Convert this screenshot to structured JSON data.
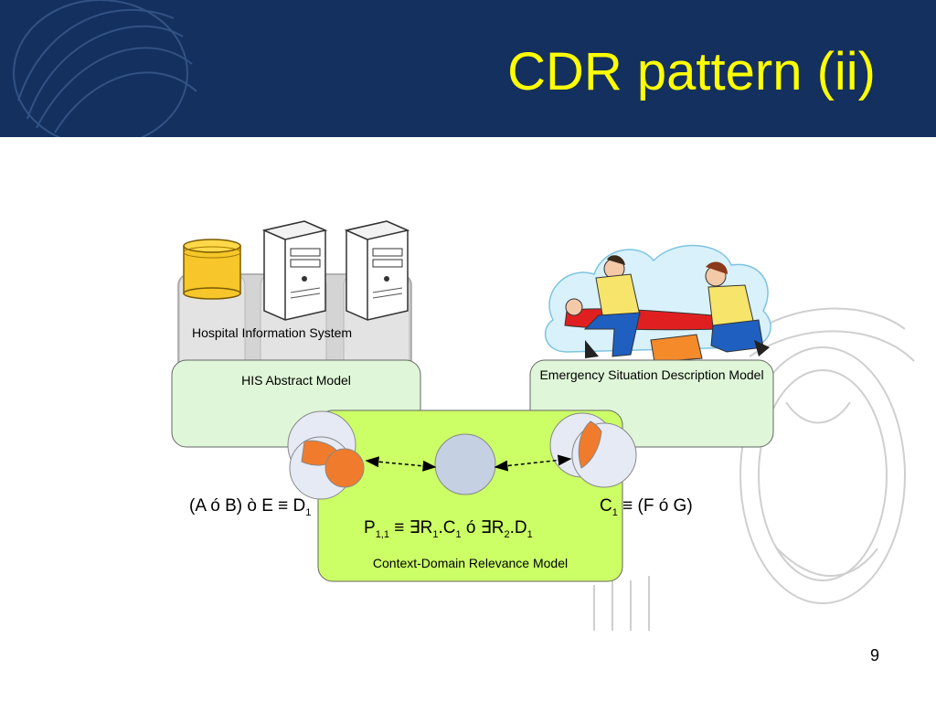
{
  "slide": {
    "title": "CDR pattern (ii)",
    "page_number": "9"
  },
  "labels": {
    "his_system": "Hospital Information System",
    "his_model": "HIS Abstract Model",
    "esd_model": "Emergency Situation Description Model",
    "cdr_model": "Context-Domain Relevance Model"
  },
  "formulas": {
    "left": {
      "prefix": "(A ó B) ò E ≡ D",
      "sub": "1"
    },
    "right": {
      "c": "C",
      "c_sub": "1",
      "rest": " ≡ (F ó G)"
    },
    "center": {
      "p": "P",
      "p_sub": "1,1",
      "eq": " ≡ ∃R",
      "r1_sub": "1",
      "c": ".C",
      "c_sub": "1",
      "op": " ó ∃R",
      "r2_sub": "2",
      "d": ".D",
      "d_sub": "1"
    }
  },
  "colors": {
    "header_bg": "#14305e",
    "title": "#ffff00",
    "model_box_fill": "#dff7d8",
    "cdr_box_fill": "#ccff66",
    "circle_fill": "#e6eaf4",
    "overlap_fill": "#f07b2c",
    "center_circle_fill": "#c5d0e3",
    "db_fill": "#f6c62a"
  }
}
